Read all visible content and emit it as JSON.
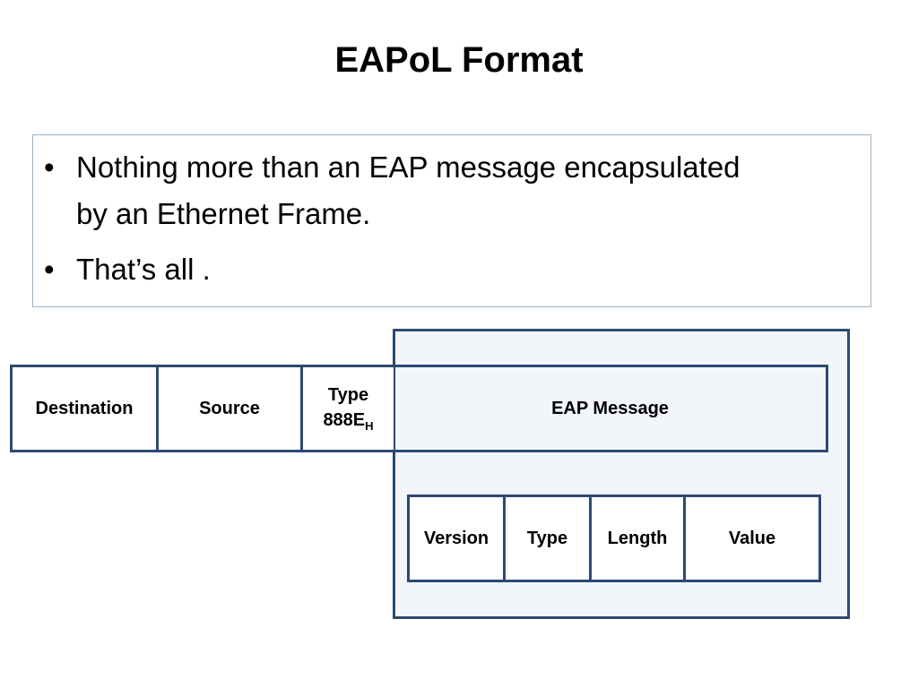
{
  "title": "EAPoL Format",
  "bullets": [
    "Nothing more than an EAP message encapsulated by an Ethernet Frame.",
    "That’s all ."
  ],
  "frame": {
    "destination": "Destination",
    "source": "Source",
    "type_label": "Type",
    "type_value": "888E",
    "type_subscript": "H",
    "eap_message": "EAP Message"
  },
  "eap_fields": {
    "version": "Version",
    "type": "Type",
    "length": "Length",
    "value": "Value"
  }
}
